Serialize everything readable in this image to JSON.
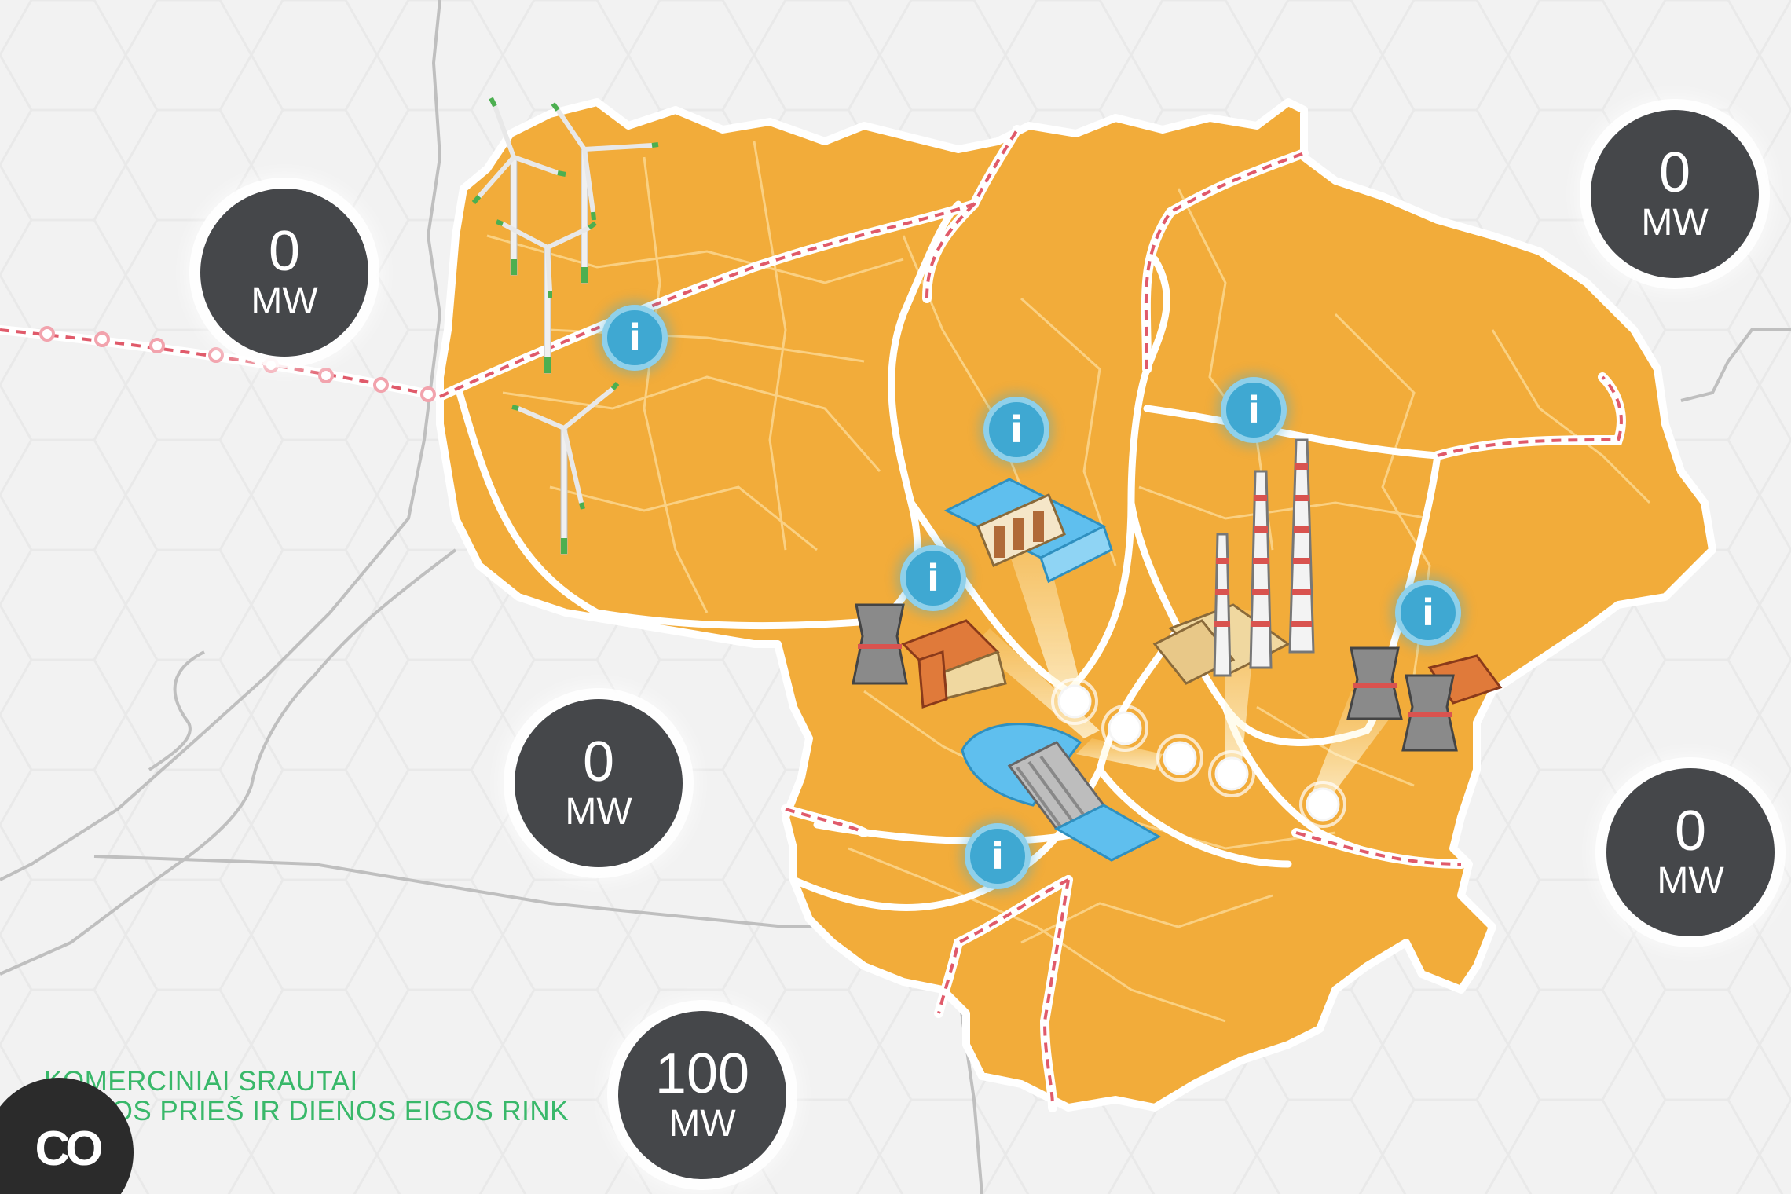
{
  "map": {
    "region": "Lithuania power grid",
    "colors": {
      "country": "#f2ac3a",
      "background": "#f1f1f1",
      "interconnector": "#e05a6a",
      "info": "#3fa8d2"
    }
  },
  "flows": {
    "latvia_west": {
      "value": "0",
      "unit": "MW"
    },
    "latvia_east": {
      "value": "0",
      "unit": "MW"
    },
    "kaliningrad": {
      "value": "0",
      "unit": "MW"
    },
    "belarus": {
      "value": "0",
      "unit": "MW"
    },
    "poland": {
      "value": "100",
      "unit": "MW"
    }
  },
  "info_buttons": [
    {
      "label": "i",
      "icon": "info-icon",
      "target": "wind-farms"
    },
    {
      "label": "i",
      "icon": "info-icon",
      "target": "kaunas-hydro"
    },
    {
      "label": "i",
      "icon": "info-icon",
      "target": "power-plant-north"
    },
    {
      "label": "i",
      "icon": "info-icon",
      "target": "kaunas-chp"
    },
    {
      "label": "i",
      "icon": "info-icon",
      "target": "lithuanian-power-plant"
    },
    {
      "label": "i",
      "icon": "info-icon",
      "target": "vilnius-chp"
    },
    {
      "label": "i",
      "icon": "info-icon",
      "target": "kruonis-pumped-storage"
    }
  ],
  "legend": {
    "line1": "KOMERCINIAI SRAUTAI",
    "line2": "DIENOS PRIEŠ IR DIENOS EIGOS RINK"
  },
  "corner_button": {
    "label": "CO",
    "icon": "logo-icon"
  }
}
